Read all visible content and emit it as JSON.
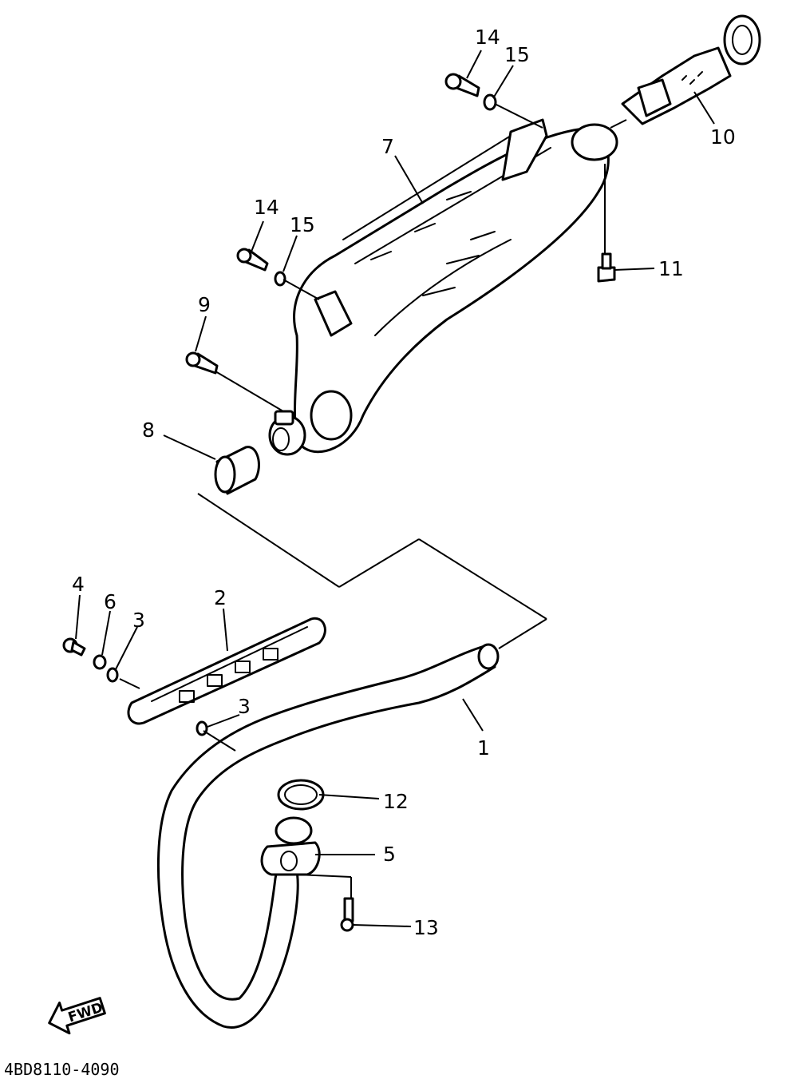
{
  "callouts": {
    "c1": "1",
    "c2": "2",
    "c3a": "3",
    "c3b": "3",
    "c4": "4",
    "c5": "5",
    "c6": "6",
    "c7": "7",
    "c8": "8",
    "c9": "9",
    "c10": "10",
    "c11": "11",
    "c12": "12",
    "c13": "13",
    "c14a": "14",
    "c14b": "14",
    "c15a": "15",
    "c15b": "15"
  },
  "fwd_arrow": {
    "label": "FWD"
  },
  "drawing_code": "4BD8110-4090"
}
